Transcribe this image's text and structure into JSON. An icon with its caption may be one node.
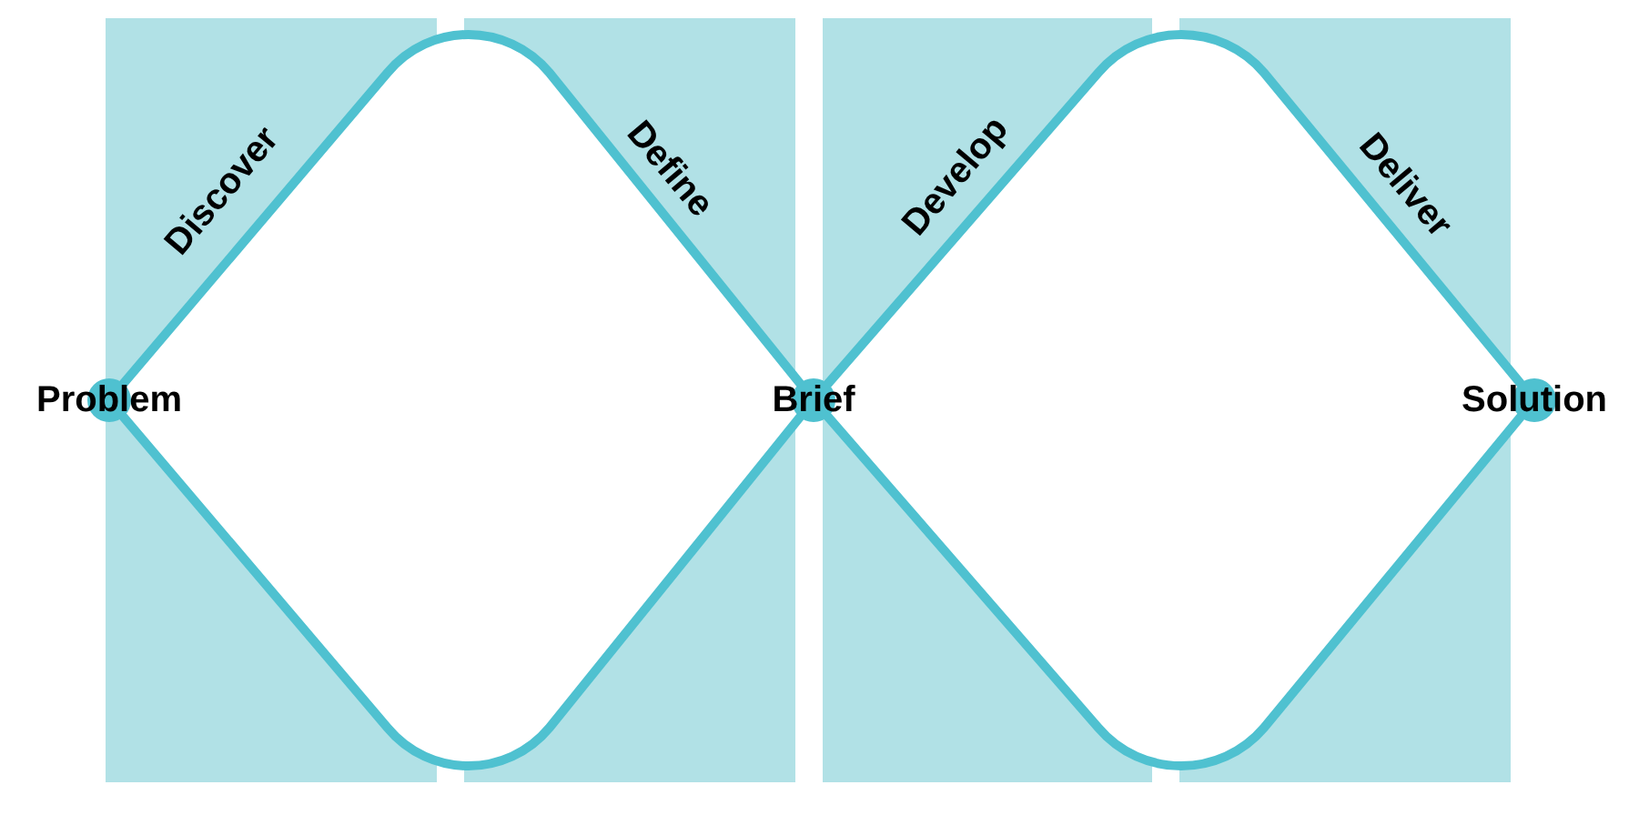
{
  "diagram": {
    "nodes": [
      {
        "text": [
          "Problem"
        ]
      },
      {
        "text": [
          "Brief"
        ]
      },
      {
        "text": [
          "Solution"
        ]
      }
    ],
    "edges": [
      {
        "from": 0,
        "to": 1,
        "arrow": "none"
      },
      {
        "from": 0,
        "to": 1,
        "arrow": "none"
      },
      {
        "from": 1,
        "to": 2,
        "arrow": "none"
      },
      {
        "from": 1,
        "to": 2,
        "arrow": "none"
      }
    ],
    "labels": [
      "Discover",
      "Define",
      "Develop",
      "Deliver"
    ]
  }
}
